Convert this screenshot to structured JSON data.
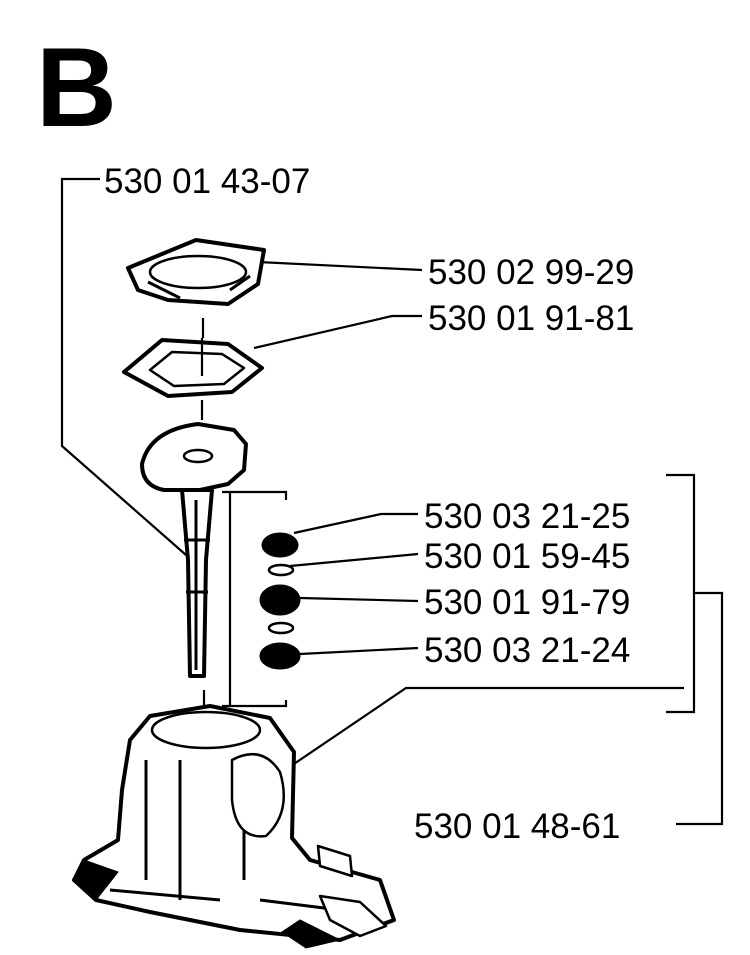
{
  "section_letter": "B",
  "part_numbers": {
    "tube_assembly": "530 01 43-07",
    "upper_housing": "530 02 99-29",
    "gasket": "530 01 91-81",
    "seal_upper": "530 03 21-25",
    "washer": "530 01 59-45",
    "bearing": "530 01 91-79",
    "seal_lower": "530 03 21-24",
    "kit": "530 01 48-61"
  }
}
